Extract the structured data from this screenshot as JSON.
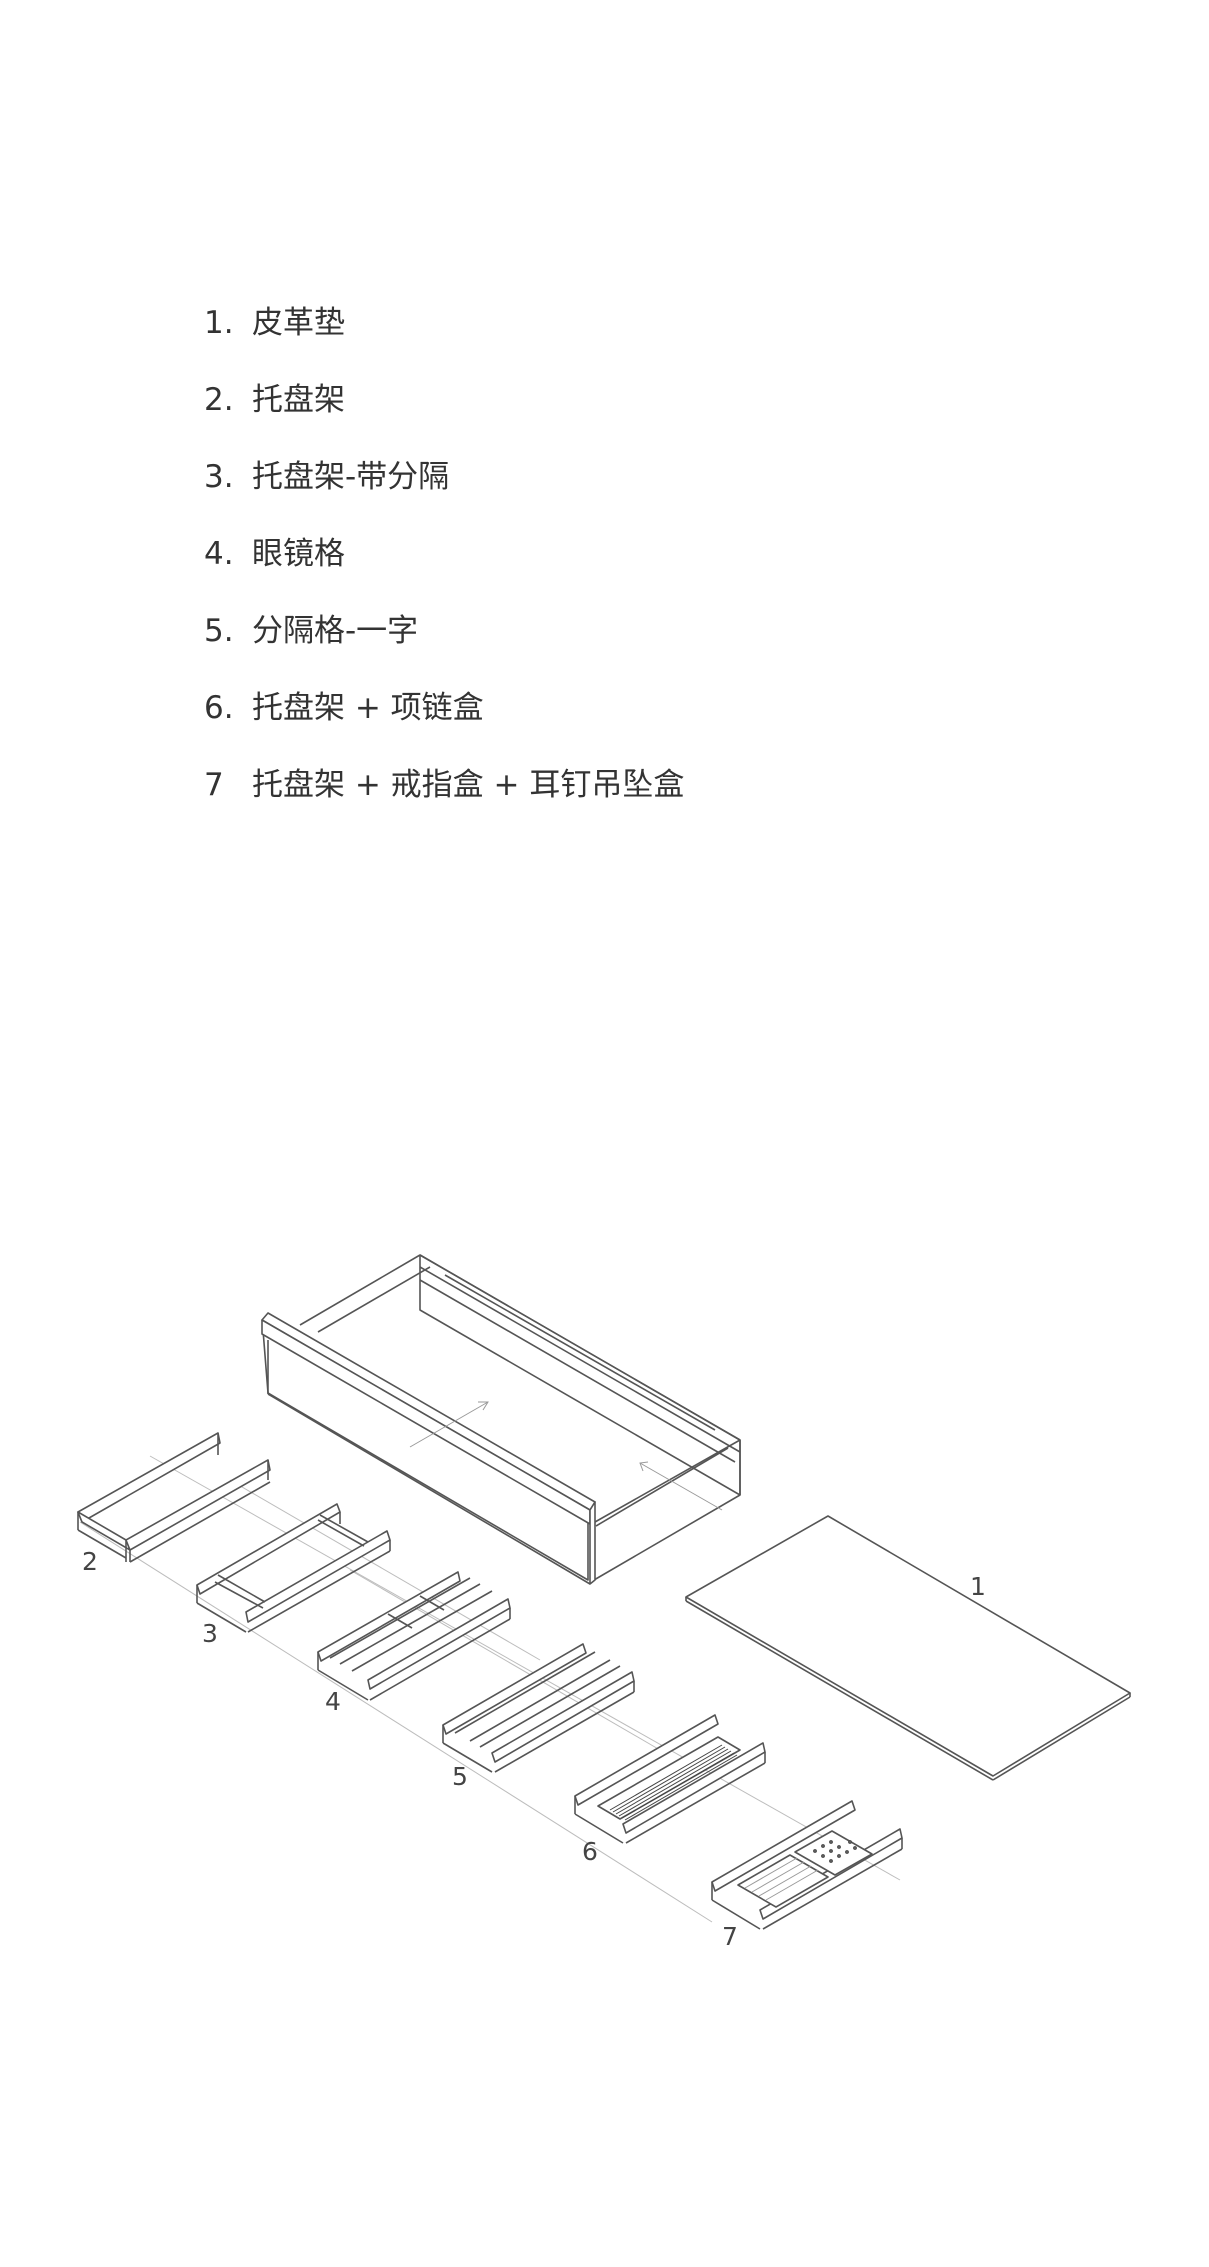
{
  "legend": {
    "items": [
      {
        "num": "1.",
        "label": "皮革垫"
      },
      {
        "num": "2.",
        "label": "托盘架"
      },
      {
        "num": "3.",
        "label": "托盘架-带分隔"
      },
      {
        "num": "4.",
        "label": "眼镜格"
      },
      {
        "num": "5.",
        "label": "分隔格-一字"
      },
      {
        "num": "6.",
        "label": "托盘架 + 项链盒"
      },
      {
        "num": "7",
        "label": "托盘架 + 戒指盒 + 耳钉吊坠盒"
      }
    ]
  },
  "diagram": {
    "callouts": {
      "leather_pad": "1",
      "tray_rack": "2",
      "tray_rack_divided": "3",
      "glasses_compartment": "4",
      "divider_straight": "5",
      "tray_necklace_box": "6",
      "tray_ring_earring_box": "7"
    },
    "line_color": "#555555"
  }
}
